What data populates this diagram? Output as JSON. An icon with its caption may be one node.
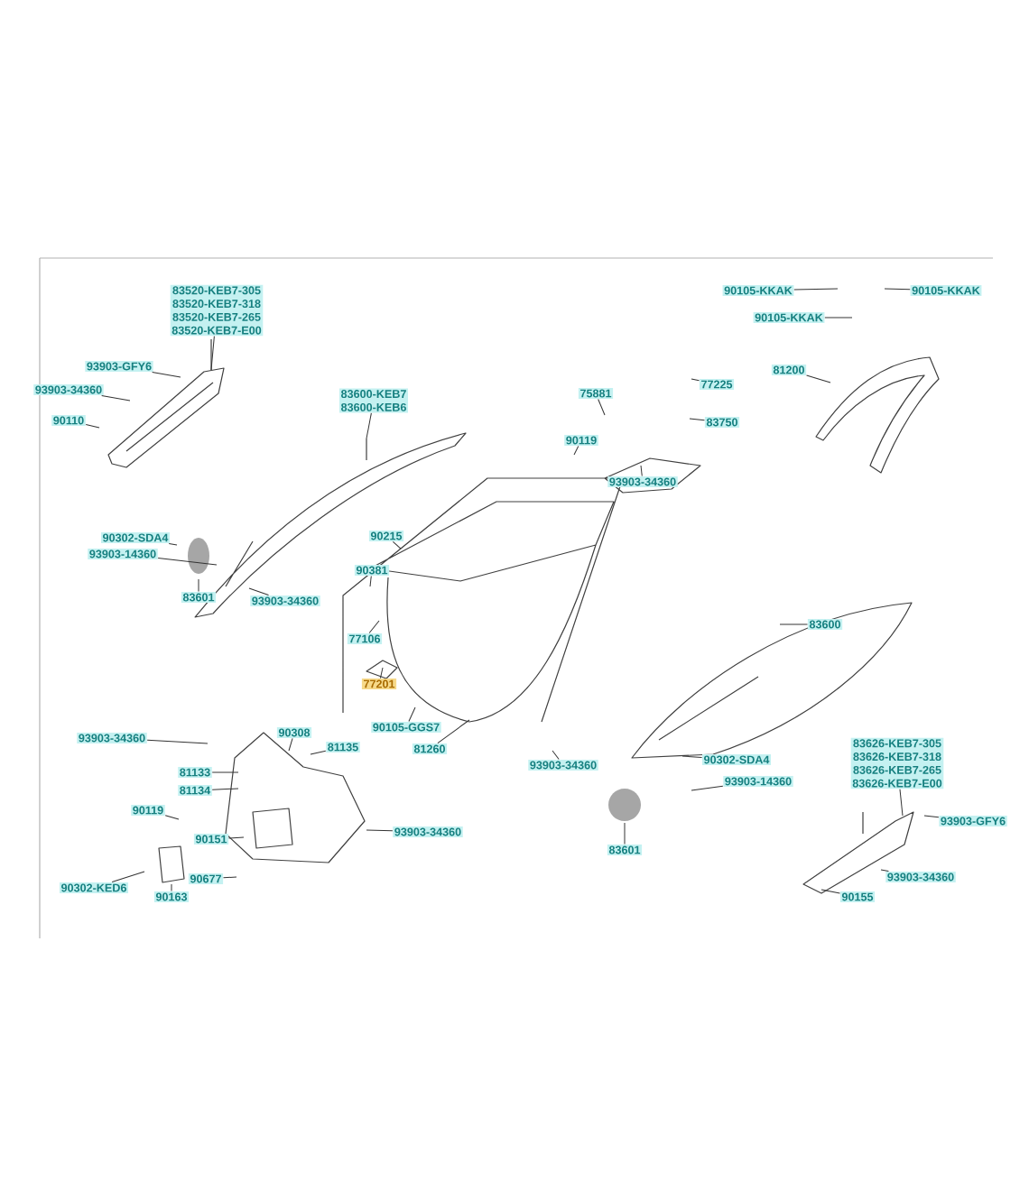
{
  "diagram": {
    "nodes": [
      {
        "text": [
          "83520-KEB7-305",
          "83520-KEB7-318",
          "83520-KEB7-265",
          "83520-KEB7-E00"
        ]
      },
      {
        "text": [
          "93903-GFY6"
        ]
      },
      {
        "text": [
          "93903-34360"
        ]
      },
      {
        "text": [
          "90110"
        ]
      },
      {
        "text": [
          "83600-KEB7",
          "83600-KEB6"
        ]
      },
      {
        "text": [
          "90302-SDA4"
        ]
      },
      {
        "text": [
          "93903-14360"
        ]
      },
      {
        "text": [
          "83601"
        ]
      },
      {
        "text": [
          "93903-34360"
        ]
      },
      {
        "text": [
          "90215"
        ]
      },
      {
        "text": [
          "90381"
        ]
      },
      {
        "text": [
          "77106"
        ]
      },
      {
        "text": [
          "77201"
        ]
      },
      {
        "text": [
          "90105-GGS7"
        ]
      },
      {
        "text": [
          "81260"
        ]
      },
      {
        "text": [
          "75881"
        ]
      },
      {
        "text": [
          "90119"
        ]
      },
      {
        "text": [
          "93903-34360"
        ]
      },
      {
        "text": [
          "77225"
        ]
      },
      {
        "text": [
          "83750"
        ]
      },
      {
        "text": [
          "90105-KKAK"
        ]
      },
      {
        "text": [
          "90105-KKAK"
        ]
      },
      {
        "text": [
          "90105-KKAK"
        ]
      },
      {
        "text": [
          "81200"
        ]
      },
      {
        "text": [
          "83600"
        ]
      },
      {
        "text": [
          "93903-34360"
        ]
      },
      {
        "text": [
          "90302-SDA4"
        ]
      },
      {
        "text": [
          "93903-14360"
        ]
      },
      {
        "text": [
          "83626-KEB7-305",
          "83626-KEB7-318",
          "83626-KEB7-265",
          "83626-KEB7-E00"
        ]
      },
      {
        "text": [
          "93903-GFY6"
        ]
      },
      {
        "text": [
          "93903-34360"
        ]
      },
      {
        "text": [
          "90155"
        ]
      },
      {
        "text": [
          "83601"
        ]
      },
      {
        "text": [
          "93903-34360"
        ]
      },
      {
        "text": [
          "90308"
        ]
      },
      {
        "text": [
          "81135"
        ]
      },
      {
        "text": [
          "81133"
        ]
      },
      {
        "text": [
          "81134"
        ]
      },
      {
        "text": [
          "90119"
        ]
      },
      {
        "text": [
          "90151"
        ]
      },
      {
        "text": [
          "93903-34360"
        ]
      },
      {
        "text": [
          "90677"
        ]
      },
      {
        "text": [
          "90302-KED6"
        ]
      },
      {
        "text": [
          "90163"
        ]
      }
    ],
    "edges": [
      {
        "from": 0,
        "to": null,
        "arrow": "none"
      },
      {
        "from": 1,
        "to": null,
        "arrow": "none"
      },
      {
        "from": 2,
        "to": null,
        "arrow": "none"
      },
      {
        "from": 3,
        "to": null,
        "arrow": "none"
      },
      {
        "from": 4,
        "to": null,
        "arrow": "none"
      },
      {
        "from": 5,
        "to": null,
        "arrow": "none"
      },
      {
        "from": 6,
        "to": null,
        "arrow": "none"
      },
      {
        "from": 7,
        "to": null,
        "arrow": "none"
      },
      {
        "from": 8,
        "to": null,
        "arrow": "none"
      },
      {
        "from": 9,
        "to": null,
        "arrow": "none"
      },
      {
        "from": 10,
        "to": null,
        "arrow": "none"
      },
      {
        "from": 11,
        "to": null,
        "arrow": "none"
      },
      {
        "from": 12,
        "to": null,
        "arrow": "none"
      },
      {
        "from": 13,
        "to": null,
        "arrow": "none"
      },
      {
        "from": 14,
        "to": null,
        "arrow": "none"
      },
      {
        "from": 15,
        "to": null,
        "arrow": "none"
      },
      {
        "from": 16,
        "to": null,
        "arrow": "none"
      },
      {
        "from": 17,
        "to": null,
        "arrow": "none"
      },
      {
        "from": 18,
        "to": null,
        "arrow": "none"
      },
      {
        "from": 19,
        "to": null,
        "arrow": "none"
      },
      {
        "from": 20,
        "to": null,
        "arrow": "none"
      },
      {
        "from": 21,
        "to": null,
        "arrow": "none"
      },
      {
        "from": 22,
        "to": null,
        "arrow": "none"
      },
      {
        "from": 23,
        "to": null,
        "arrow": "none"
      },
      {
        "from": 24,
        "to": null,
        "arrow": "none"
      },
      {
        "from": 25,
        "to": null,
        "arrow": "none"
      },
      {
        "from": 26,
        "to": null,
        "arrow": "none"
      },
      {
        "from": 27,
        "to": null,
        "arrow": "none"
      },
      {
        "from": 28,
        "to": null,
        "arrow": "none"
      },
      {
        "from": 29,
        "to": null,
        "arrow": "none"
      },
      {
        "from": 30,
        "to": null,
        "arrow": "none"
      },
      {
        "from": 31,
        "to": null,
        "arrow": "none"
      },
      {
        "from": 32,
        "to": null,
        "arrow": "none"
      },
      {
        "from": 33,
        "to": null,
        "arrow": "none"
      },
      {
        "from": 34,
        "to": null,
        "arrow": "none"
      },
      {
        "from": 35,
        "to": null,
        "arrow": "none"
      },
      {
        "from": 36,
        "to": null,
        "arrow": "none"
      },
      {
        "from": 37,
        "to": null,
        "arrow": "none"
      },
      {
        "from": 38,
        "to": null,
        "arrow": "none"
      },
      {
        "from": 39,
        "to": null,
        "arrow": "none"
      },
      {
        "from": 40,
        "to": null,
        "arrow": "none"
      },
      {
        "from": 41,
        "to": null,
        "arrow": "none"
      },
      {
        "from": 42,
        "to": null,
        "arrow": "none"
      },
      {
        "from": 43,
        "to": null,
        "arrow": "none"
      }
    ]
  }
}
